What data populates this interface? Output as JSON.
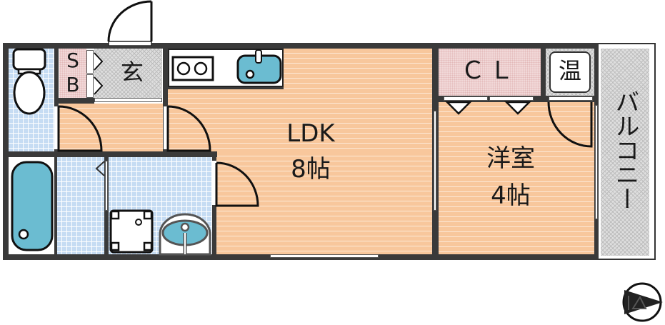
{
  "floorplan": {
    "rooms": {
      "ldk": {
        "name": "LDK",
        "size": "8帖"
      },
      "western_room": {
        "name": "洋室",
        "size": "4帖"
      },
      "closet": {
        "label": "ＣＬ"
      },
      "water_heater": {
        "label": "温"
      },
      "balcony": {
        "label": "バルコニー"
      },
      "entrance": {
        "label": "玄"
      },
      "shoe_box": {
        "label_top": "S",
        "label_bottom": "B"
      }
    },
    "fixtures": [
      "toilet",
      "bathtub",
      "washing-machine-space",
      "wash-basin",
      "kitchen-stove",
      "kitchen-sink"
    ],
    "compass": {
      "direction": "north-arrow",
      "points": "east"
    },
    "colors": {
      "wall": "#3a3a3a",
      "wood_floor": "#f8c79c",
      "tile_floor": "#c6dcf3",
      "storage": "#f1d8d8",
      "entrance_balcony": "#dedede",
      "fixture_blue": "#6bbcd1"
    }
  }
}
